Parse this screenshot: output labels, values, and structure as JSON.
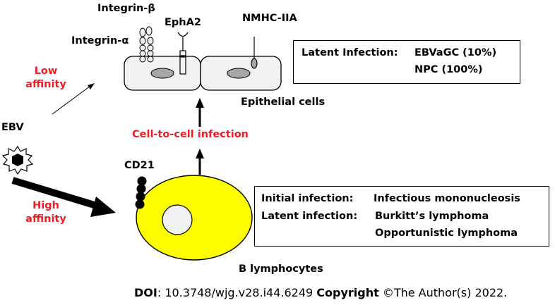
{
  "labels": {
    "integrin_beta": "Integrin-β",
    "integrin_alpha": "Integrin-α",
    "epha2": "EphA2",
    "nmhc": "NMHC-IIA",
    "low_affinity": "Low\naffinity",
    "high_affinity": "High\naffinity",
    "ebv": "EBV",
    "epithelial": "Epithelial cells",
    "cell_to_cell": "Cell-to-cell infection",
    "cd21": "CD21",
    "b_lymph": "B lymphocytes"
  },
  "epithelial_box": {
    "row1_key": "Latent Infection",
    "row1_val": "EBVaGC (10%)",
    "row2_val": "NPC (100%)"
  },
  "b_box": {
    "row1_key": "Initial infection",
    "row1_val": "Infectious mononucleosis",
    "row2_key": "Latent infection",
    "row2_val": "Burkitt’s lymphoma",
    "row3_val": "Opportunistic lymphoma"
  },
  "footer": {
    "doi_label": "DOI",
    "doi_value": ": 10.3748/wjg.v28.i44.6249 ",
    "copyright_label": "Copyright",
    "copyright_value": " ©The Author(s) 2022."
  },
  "colors": {
    "red_text": "#ee1c25",
    "cell_fill": "#f2f2f2",
    "nucleus": "#a6a6a6",
    "b_cell": "#ffff00"
  },
  "icons": [
    "ebv-virion-icon",
    "integrin-receptor-icon",
    "epha2-receptor-icon",
    "nmhc-receptor-icon",
    "cd21-receptor-icon"
  ]
}
